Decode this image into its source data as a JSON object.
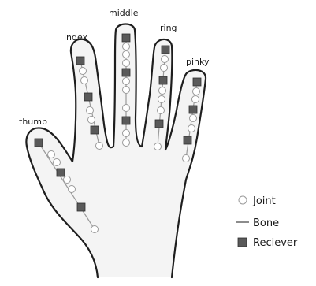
{
  "fingers": {
    "thumb": {
      "label": "thumb"
    },
    "index": {
      "label": "index"
    },
    "middle": {
      "label": "middle"
    },
    "ring": {
      "label": "ring"
    },
    "pinky": {
      "label": "pinky"
    }
  },
  "legend": {
    "joint": "Joint",
    "bone": "Bone",
    "receiver": "Reciever"
  },
  "colors": {
    "outline": "#1e1e1e",
    "fill": "#f4f4f4",
    "bone": "#9a9a9a",
    "receiver": "#5a5a5a"
  }
}
